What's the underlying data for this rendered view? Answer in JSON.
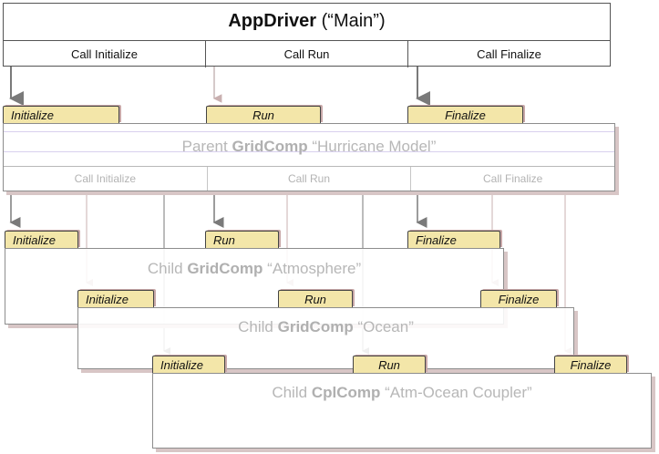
{
  "driver": {
    "name": "AppDriver",
    "qualifier": "(“Main”)",
    "calls": [
      "Call Initialize",
      "Call Run",
      "Call Finalize"
    ]
  },
  "methods": {
    "initialize": "Initialize",
    "run": "Run",
    "finalize": "Finalize"
  },
  "parent": {
    "prefix": "Parent",
    "type": "GridComp",
    "label": "“Hurricane Model”",
    "calls": [
      "Call Initialize",
      "Call Run",
      "Call Finalize"
    ]
  },
  "atmosphere": {
    "prefix": "Child",
    "type": "GridComp",
    "label": "“Atmosphere”"
  },
  "ocean": {
    "prefix": "Child",
    "type": "GridComp",
    "label": "“Ocean”"
  },
  "coupler": {
    "prefix": "Child",
    "type": "CplComp",
    "label": "“Atm-Ocean Coupler”"
  },
  "colors": {
    "tab_fill": "#f3e6a9",
    "arrow": "#7a7a7a",
    "faded_text": "#b7b7b7"
  }
}
